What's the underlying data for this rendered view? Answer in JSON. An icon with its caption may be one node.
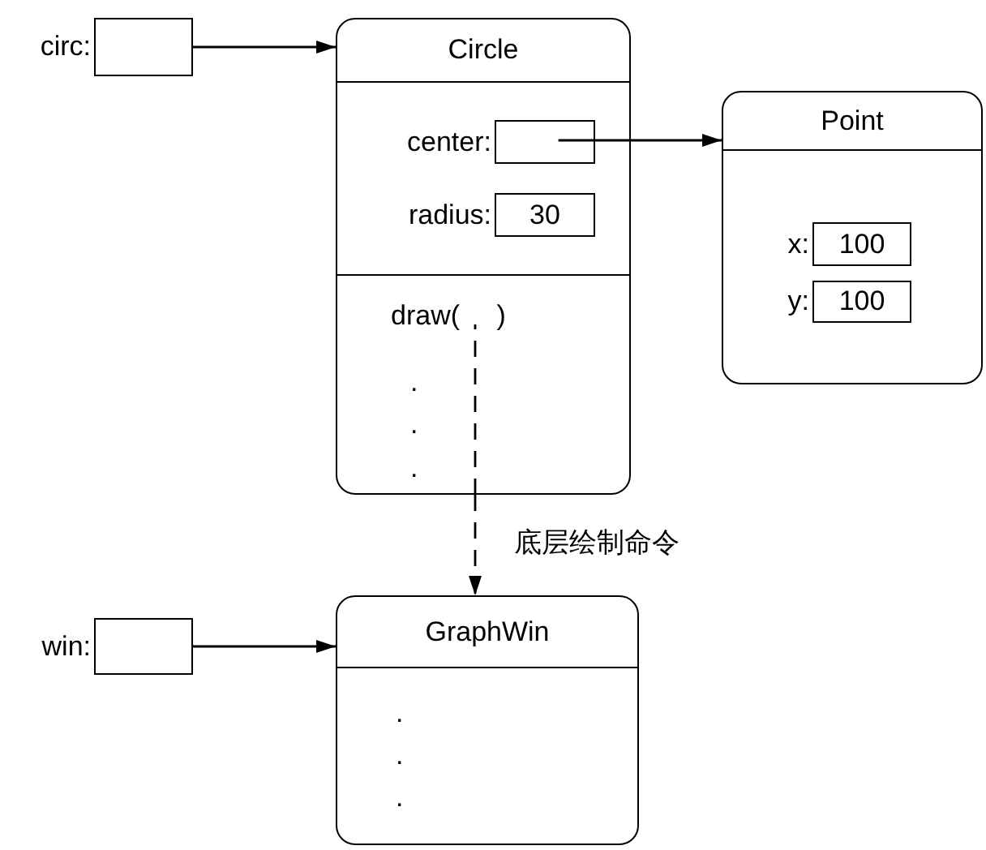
{
  "diagram": {
    "nodes": [
      {
        "text": [
          "circ:"
        ]
      },
      {
        "text": [
          "Circle",
          "draw( )",
          ".",
          ".",
          "."
        ]
      },
      {
        "text": [
          "center:"
        ],
        "in": 1
      },
      {
        "text": [
          "radius:",
          "30"
        ],
        "in": 1
      },
      {
        "text": [
          "Point"
        ]
      },
      {
        "text": [
          "x:",
          "100"
        ],
        "in": 4
      },
      {
        "text": [
          "y:",
          "100"
        ],
        "in": 4
      },
      {
        "text": [
          "win:"
        ]
      },
      {
        "text": [
          "GraphWin",
          ".",
          ".",
          "."
        ]
      }
    ],
    "edges": [
      {
        "from": 0,
        "to": 1,
        "arrow": "to"
      },
      {
        "from": 2,
        "to": 4,
        "arrow": "to"
      },
      {
        "from": 1,
        "to": 8,
        "arrow": "to",
        "style": "dashed",
        "label": "底层绘制命令"
      },
      {
        "from": 7,
        "to": 8,
        "arrow": "to"
      }
    ]
  }
}
